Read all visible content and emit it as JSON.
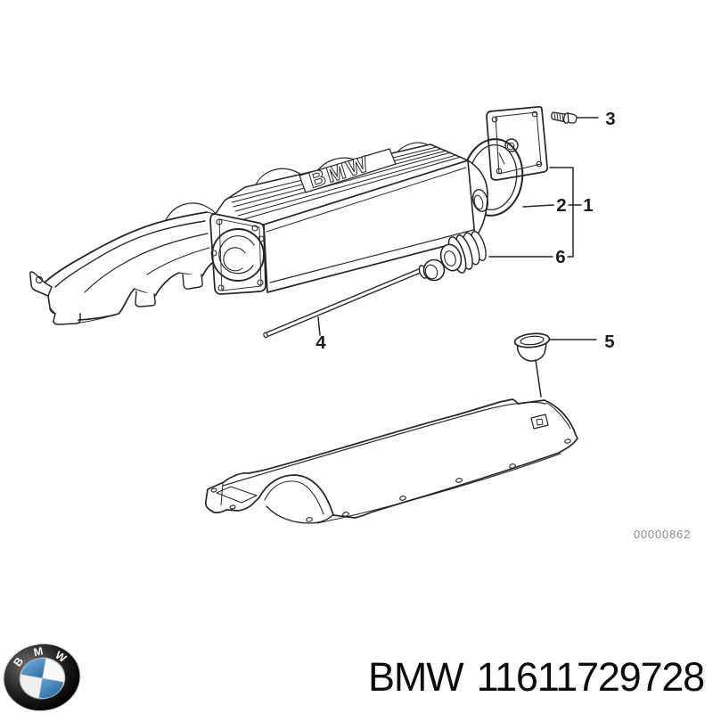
{
  "diagram": {
    "emboss_text": "BMW",
    "drawing_number": "00000862",
    "callouts": {
      "c1": "1",
      "c2": "2",
      "c3": "3",
      "c4": "4",
      "c5": "5",
      "c6": "6"
    }
  },
  "footer": {
    "brand": "BMW",
    "part_number": "11611729728"
  },
  "logo": {
    "letters": {
      "b": "B",
      "m": "M",
      "w": "W"
    }
  },
  "colors": {
    "line": "#262626",
    "watermark": "#8c8c8c",
    "logo_blue": "#3f86bd",
    "background": "#ffffff"
  }
}
